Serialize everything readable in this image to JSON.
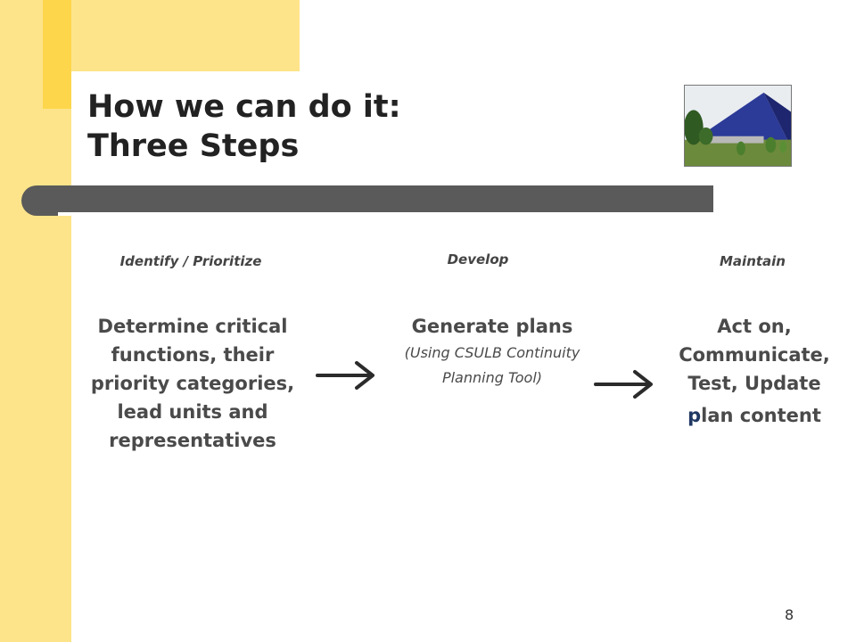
{
  "title": {
    "line1": "How we can do it:",
    "line2": "Three Steps"
  },
  "labels": {
    "identify": "Identify / Prioritize",
    "develop": "Develop",
    "maintain": "Maintain"
  },
  "steps": {
    "identify": "Determine critical functions, their priority categories, lead units and representatives",
    "develop": {
      "main": "Generate plans",
      "sub_line1": "(Using CSULB Continuity",
      "sub_line2": "Planning Tool)"
    },
    "maintain": {
      "line1": "Act on,",
      "line2": "Communicate,",
      "line3": "Test, Update",
      "line4_first": "p",
      "line4_rest": "lan content"
    }
  },
  "page_number": "8",
  "colors": {
    "yellow": "#fde48a",
    "yellow_dark": "#fdd64b",
    "bar": "#5a5a5a",
    "text": "#4a4a4a"
  },
  "icons": [
    "pyramid-photo",
    "arrow-right-icon"
  ]
}
